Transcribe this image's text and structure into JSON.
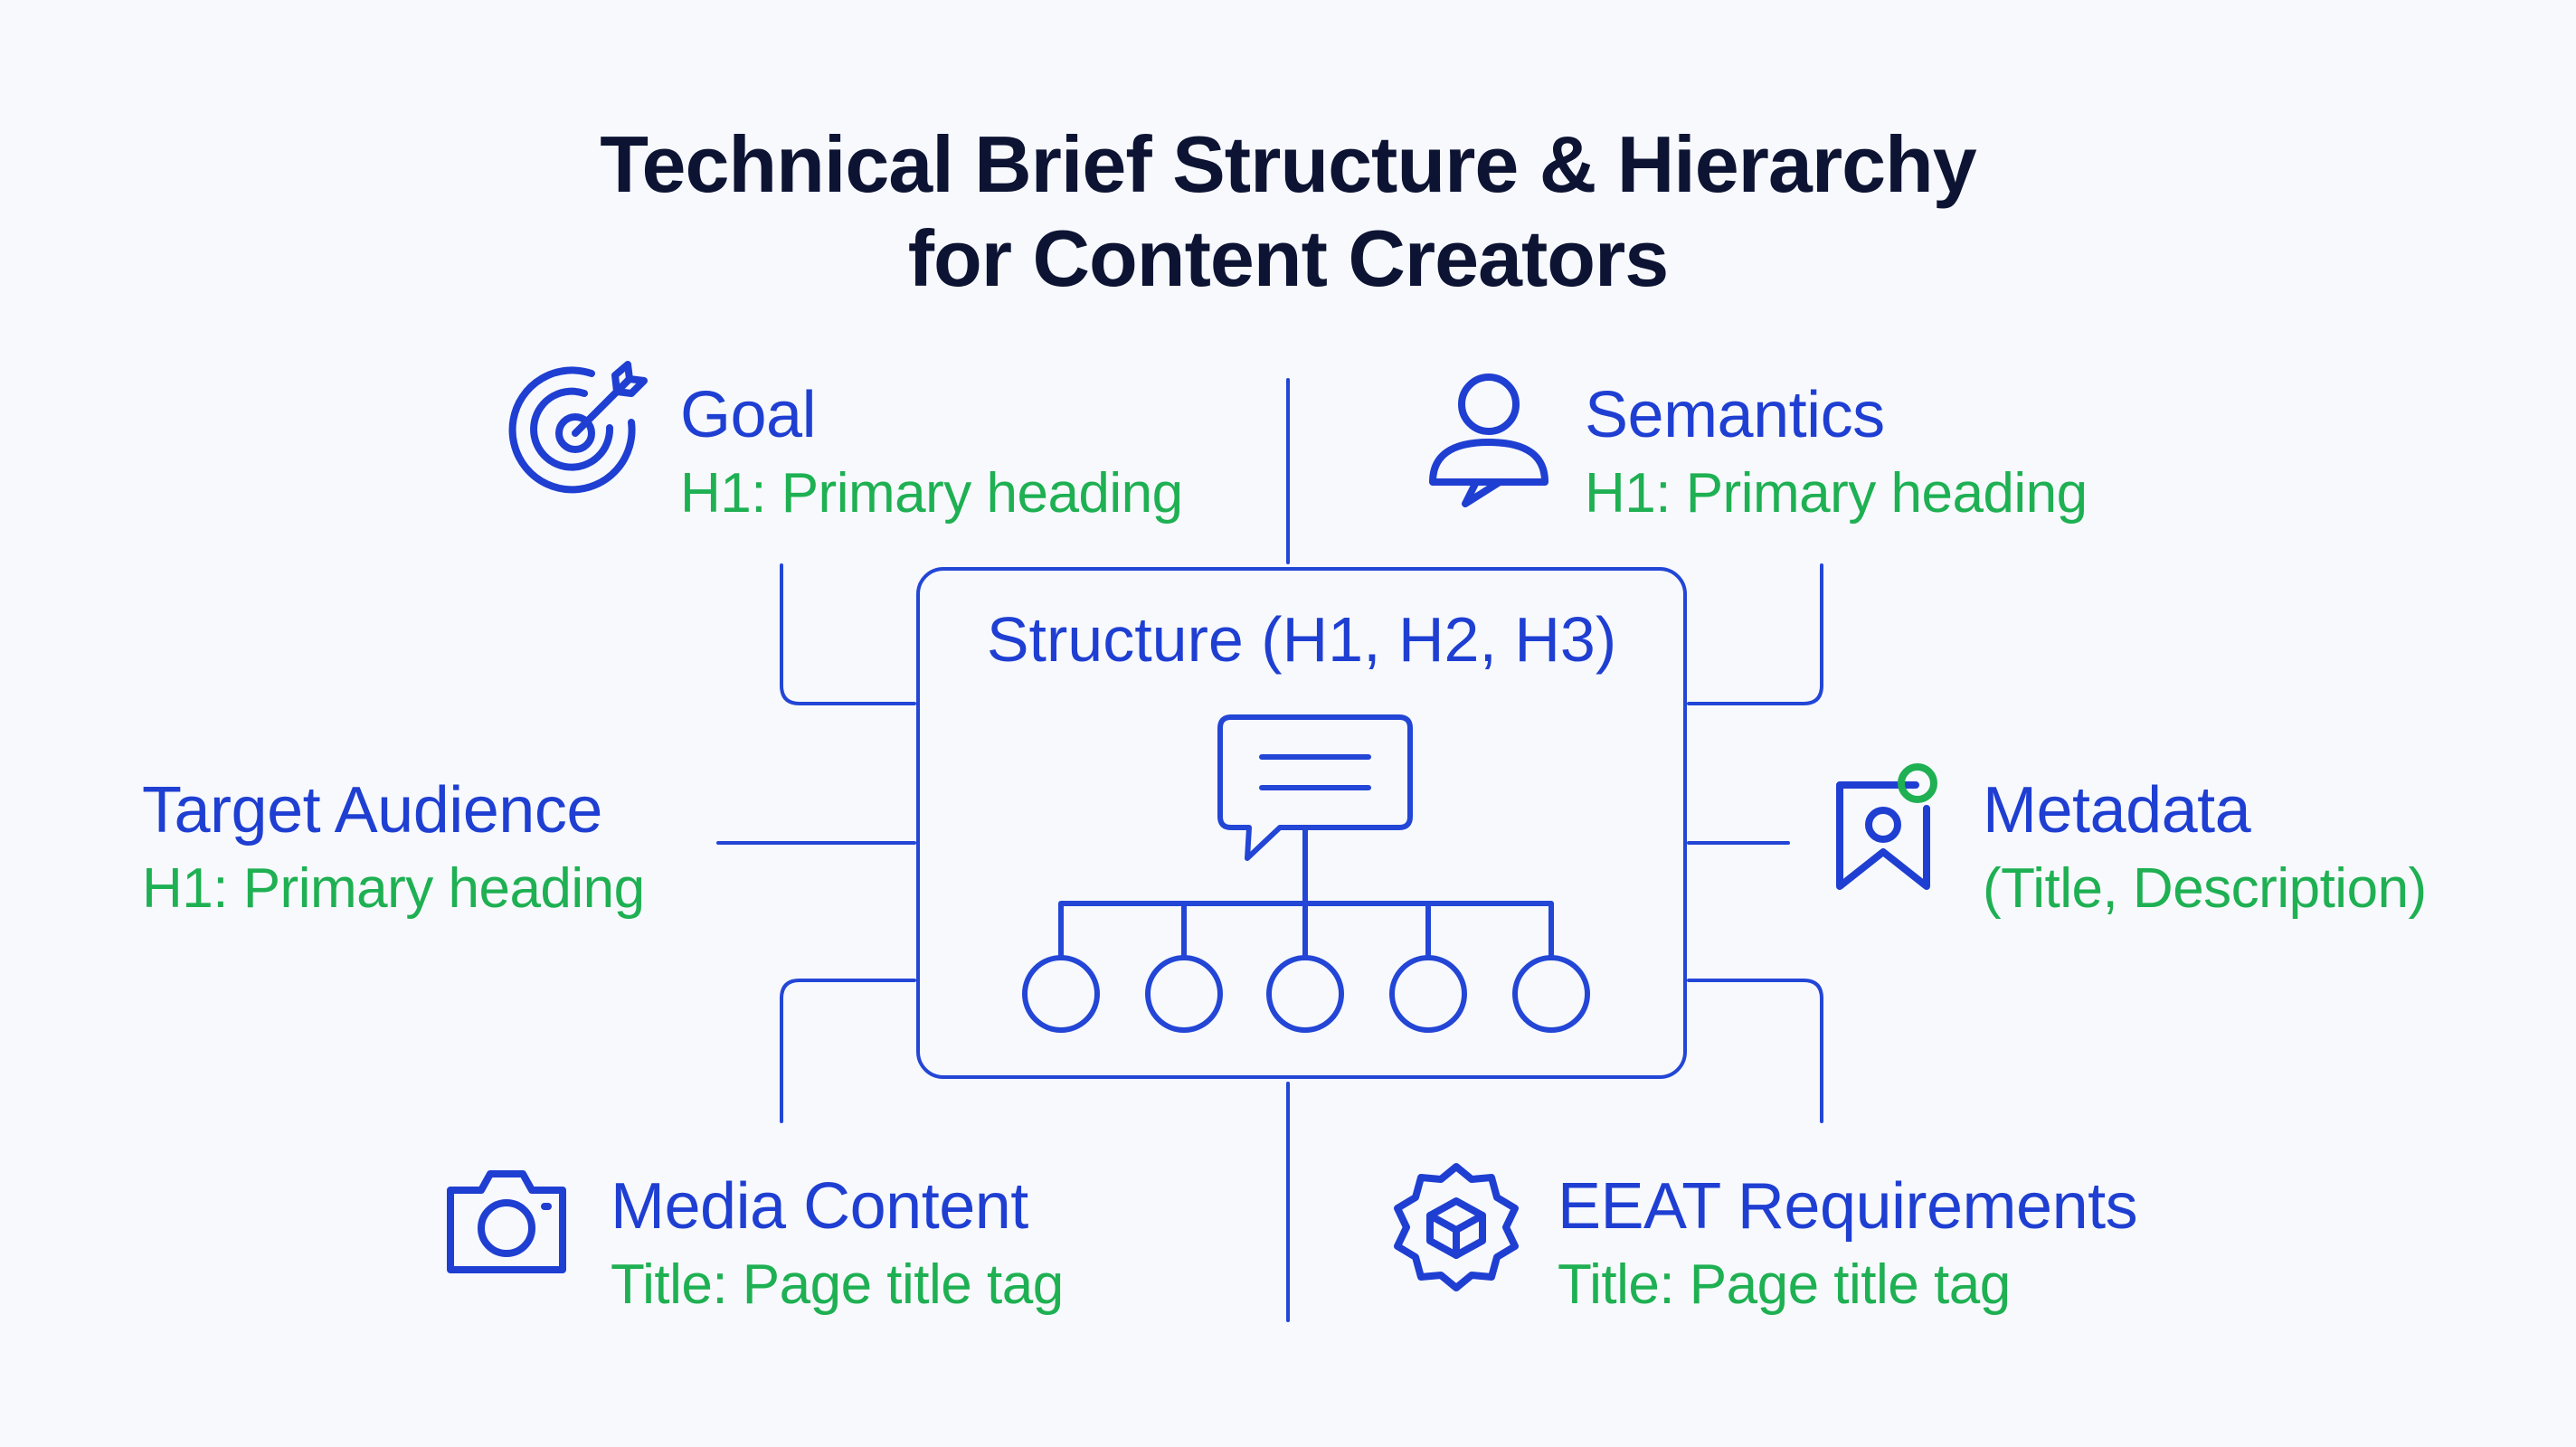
{
  "title_line1": "Technical Brief Structure & Hierarchy",
  "title_line2": "for Content Creators",
  "center": {
    "title": "Structure (H1, H2, H3)",
    "icon": "hierarchy-chat-icon"
  },
  "nodes": {
    "goal": {
      "title": "Goal",
      "subtitle": "H1: Primary heading",
      "icon": "target-icon"
    },
    "semantics": {
      "title": "Semantics",
      "subtitle": "H1: Primary heading",
      "icon": "user-icon"
    },
    "target_audience": {
      "title": "Target Audience",
      "subtitle": "H1: Primary heading"
    },
    "metadata": {
      "title": "Metadata",
      "subtitle": "(Title, Description)",
      "icon": "bookmark-tag-icon"
    },
    "media_content": {
      "title": "Media Content",
      "subtitle": "Title: Page title tag",
      "icon": "camera-icon"
    },
    "eeat": {
      "title": "EEAT Requirements",
      "subtitle": "Title: Page title tag",
      "icon": "badge-icon"
    }
  },
  "colors": {
    "title": "#0d1433",
    "accent_blue": "#1f3fd2",
    "accent_green": "#1eb052",
    "connector": "#2346d6",
    "background": "#f7f9fd"
  }
}
